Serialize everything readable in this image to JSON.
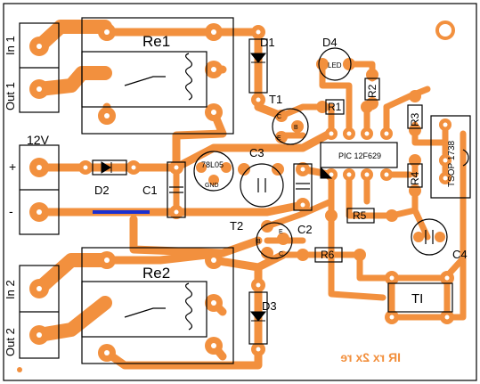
{
  "colors": {
    "copper": "#f2903e",
    "silk": "#000000",
    "jumper": "#1a2fd0",
    "background": "#ffffff",
    "mirror_text": "#f2903e"
  },
  "labels": {
    "in1": "In 1",
    "out1": "Out 1",
    "in2": "In 2",
    "out2": "Out 2",
    "v12": "12V",
    "plus": "+",
    "minus": "-",
    "re1": "Re1",
    "re2": "Re2",
    "d1": "D1",
    "d2": "D2",
    "d3": "D3",
    "d4": "D4",
    "led": "LED",
    "t1": "T1",
    "t2": "T2",
    "t1_c": "C",
    "t1_b": "B",
    "t1_e": "E",
    "t2_b": "B",
    "t2_e": "E",
    "t2_c": "C",
    "c1": "C1",
    "c2": "C2",
    "c3": "C3",
    "c4": "C4",
    "r1": "R1",
    "r2": "R2",
    "r3": "R3",
    "r4": "R4",
    "r5": "R5",
    "r6": "R6",
    "reg": "78L05",
    "gnd": "GND",
    "pic": "PIC 12F629",
    "tsop": "TSOP 1738",
    "ti": "TI",
    "board_name": "IR rx 2x re"
  }
}
